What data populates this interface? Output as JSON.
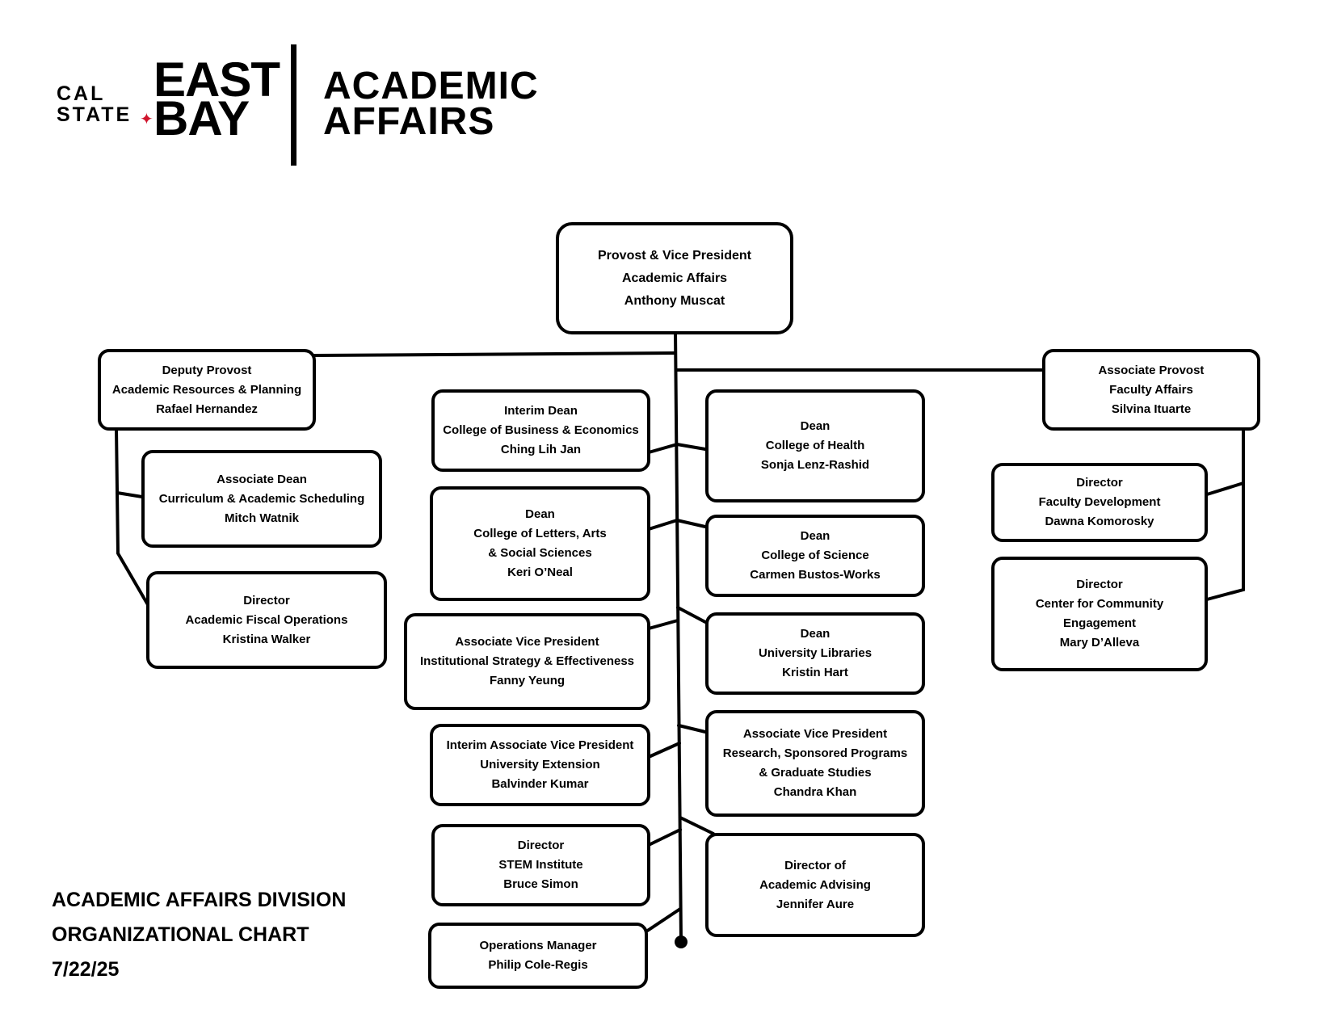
{
  "header": {
    "logo_cal": "CAL",
    "logo_state": "STATE",
    "logo_east": "EAST",
    "logo_bay": "BAY",
    "title_line1": "ACADEMIC",
    "title_line2": "AFFAIRS",
    "star_color": "#d0142c"
  },
  "provost": {
    "lines": [
      "Provost & Vice President",
      "Academic Affairs",
      "Anthony Muscat"
    ]
  },
  "left": {
    "deputy": {
      "lines": [
        "Deputy Provost",
        "Academic Resources & Planning",
        "Rafael Hernandez"
      ]
    },
    "assoc_dean": {
      "lines": [
        "Associate Dean",
        "Curriculum & Academic Scheduling",
        "Mitch Watnik"
      ]
    },
    "fiscal": {
      "lines": [
        "Director",
        "Academic Fiscal Operations",
        "Kristina Walker"
      ]
    }
  },
  "center_left": {
    "cbe": {
      "lines": [
        "Interim Dean",
        "College of  Business & Economics",
        "Ching Lih Jan"
      ]
    },
    "class": {
      "lines": [
        "Dean",
        "College of  Letters, Arts",
        "& Social Sciences",
        "Keri O’Neal"
      ]
    },
    "ise": {
      "lines": [
        "Associate Vice President",
        "Institutional Strategy & Effectiveness",
        "Fanny Yeung"
      ]
    },
    "ext": {
      "lines": [
        "Interim Associate Vice President",
        "University Extension",
        "Balvinder Kumar"
      ]
    },
    "stem": {
      "lines": [
        "Director",
        "STEM Institute",
        "Bruce Simon"
      ]
    },
    "ops": {
      "lines": [
        "Operations Manager",
        "Philip Cole-Regis"
      ]
    }
  },
  "center_right": {
    "health": {
      "lines": [
        "Dean",
        "College of Health",
        "Sonja Lenz-Rashid"
      ]
    },
    "science": {
      "lines": [
        "Dean",
        "College of  Science",
        "Carmen Bustos-Works"
      ]
    },
    "libraries": {
      "lines": [
        "Dean",
        "University Libraries",
        "Kristin Hart"
      ]
    },
    "research": {
      "lines": [
        "Associate Vice President",
        "Research, Sponsored Programs",
        "& Graduate Studies",
        "Chandra Khan"
      ]
    },
    "advising": {
      "lines": [
        "Director of",
        "Academic Advising",
        "Jennifer Aure"
      ]
    }
  },
  "right": {
    "faculty_affairs": {
      "lines": [
        "Associate Provost",
        "Faculty Affairs",
        "Silvina Ituarte"
      ]
    },
    "faculty_dev": {
      "lines": [
        "Director",
        "Faculty Development",
        "Dawna Komorosky"
      ]
    },
    "community": {
      "lines": [
        "Director",
        "Center for Community",
        "Engagement",
        "Mary D’Alleva"
      ]
    }
  },
  "caption": {
    "line1": "ACADEMIC AFFAIRS DIVISION",
    "line2": "ORGANIZATIONAL CHART",
    "date": "7/22/25"
  }
}
